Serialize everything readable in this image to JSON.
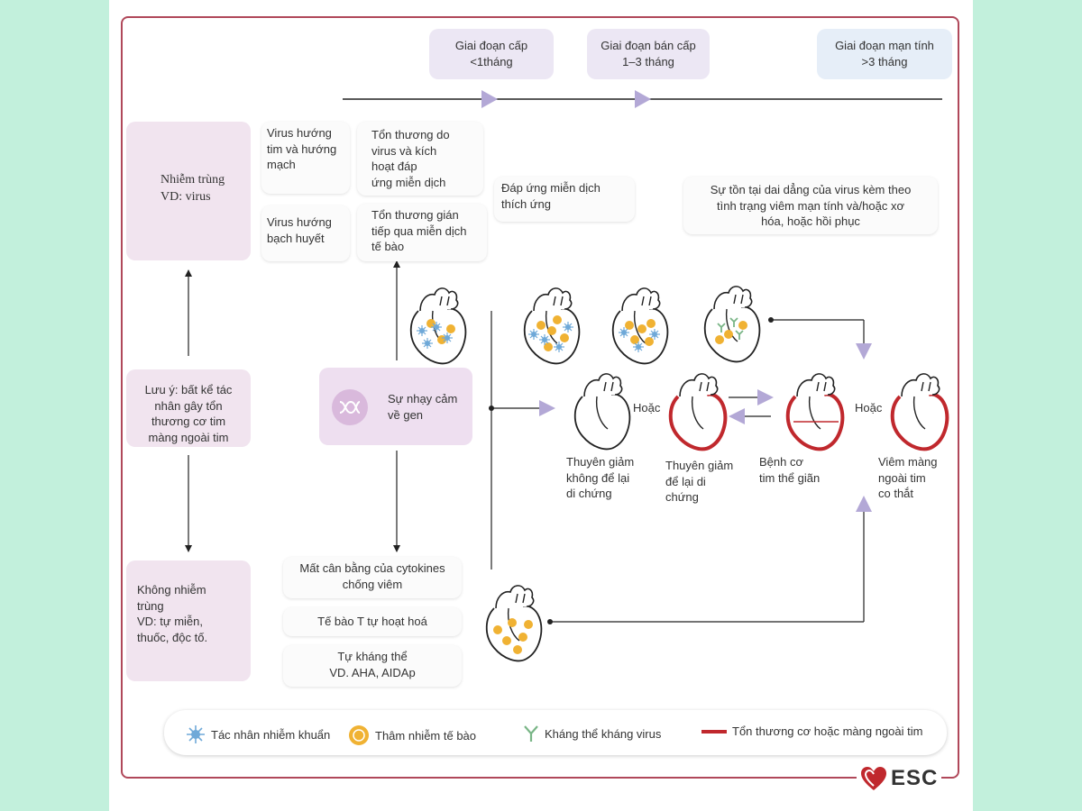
{
  "phases": [
    {
      "line1": "Giai đoạn cấp",
      "line2": "<1tháng"
    },
    {
      "line1": "Giai đoạn bán cấp",
      "line2": "1–3 tháng"
    },
    {
      "line1": "Giai đoạn mạn tính",
      "line2": ">3 tháng"
    }
  ],
  "left": {
    "infection": [
      "Nhiễm trùng",
      "VD: virus"
    ],
    "note": [
      "Lưu ý: bất kể tác",
      "nhân gây tổn",
      "thương cơ tim",
      "màng ngoài tim"
    ],
    "noninfection": [
      "Không nhiễm",
      "trùng",
      "VD: tự miễn,",
      "thuốc, độc tố."
    ]
  },
  "virus_types": {
    "cardio": [
      "Virus hướng",
      "tim và hướng",
      "mạch"
    ],
    "lympho": [
      "Virus hướng",
      "bạch huyết"
    ]
  },
  "damage": {
    "direct": [
      "Tổn thương do",
      "virus và kích",
      "hoạt đáp",
      "ứng miễn dịch"
    ],
    "indirect": [
      "Tổn thương gián",
      "tiếp qua miễn dịch",
      "tế bào"
    ]
  },
  "adaptive": [
    "Đáp ứng miễn dịch",
    "thích ứng"
  ],
  "persistence": [
    "Sự tồn tại dai dẳng của virus kèm theo",
    "tình trạng viêm mạn tính và/hoặc xơ",
    "hóa, hoặc hồi phục"
  ],
  "genetic": [
    "Sự nhạy cảm",
    "về gen"
  ],
  "mechanisms": {
    "cytokines": [
      "Mất cân bằng của cytokines",
      "chống viêm"
    ],
    "tcell": "Tế bào T tự hoạt hoá",
    "autoab": [
      "Tự kháng thể",
      "VD. AHA, AIDAp"
    ]
  },
  "outcomes": {
    "or1": "Hoặc",
    "or2": "Hoặc",
    "no_sequelae": [
      "Thuyên giảm",
      "không để lại",
      "di chứng"
    ],
    "with_sequelae": [
      "Thuyên giảm",
      "để lại di",
      "chứng"
    ],
    "dcm": [
      "Bệnh cơ",
      "tim thể giãn"
    ],
    "pericarditis": [
      "Viêm màng",
      "ngoài tim",
      "co thắt"
    ]
  },
  "legend": {
    "infectious_agent": "Tác nhân nhiễm khuẩn",
    "cell_infiltration": "Thâm nhiễm tế bào",
    "antiviral_antibody": "Kháng thể kháng virus",
    "injury": "Tổn thương cơ hoặc màng ngoài tim"
  },
  "logo": "ESC",
  "colors": {
    "frame": "#b0485a",
    "injury": "#c0282d",
    "arrow": "#b3a8d6",
    "cell": "#f0b233",
    "virus": "#6fa9d8",
    "antibody": "#79b586"
  },
  "icons": [
    "dna-icon",
    "heart-icon",
    "heart-logo-icon"
  ]
}
